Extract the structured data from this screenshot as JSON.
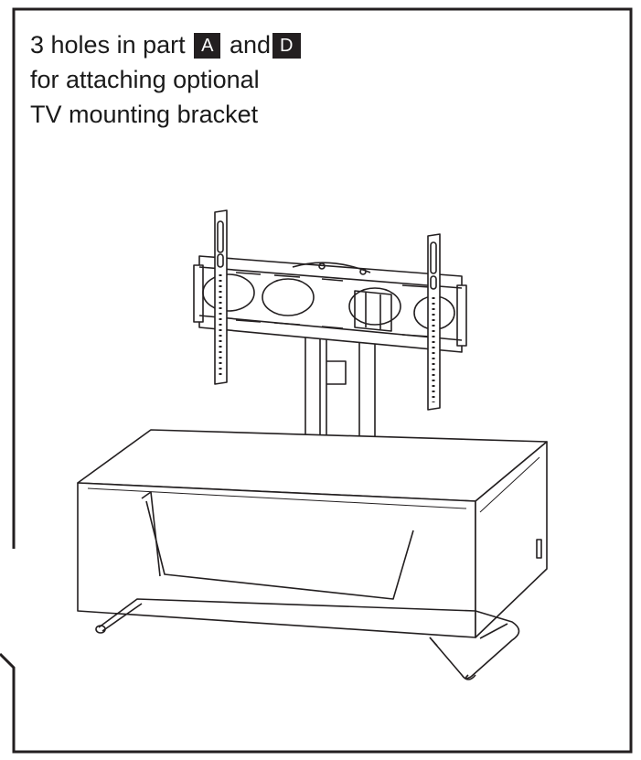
{
  "caption": {
    "prefix": "3 holes in part",
    "part_a": "A",
    "conjunction": "and",
    "part_d": "D",
    "line2": "for attaching optional",
    "line3": "TV mounting bracket"
  },
  "colors": {
    "ink": "#231f20",
    "label_text": "#ffffff",
    "background": "#ffffff"
  }
}
